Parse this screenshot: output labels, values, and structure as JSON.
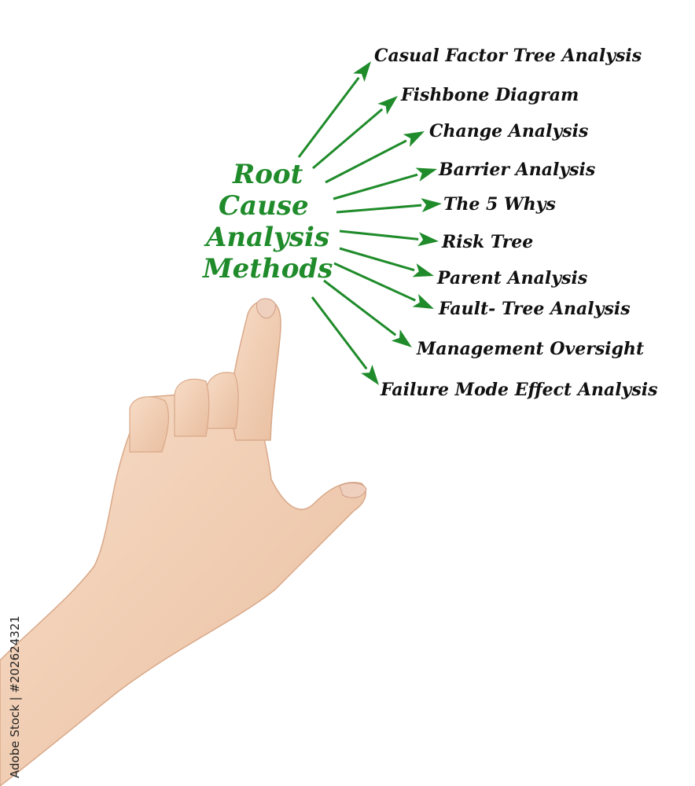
{
  "diagram": {
    "title_lines": [
      "Root",
      "Cause",
      "Analysis",
      "Methods"
    ],
    "methods": [
      "Casual Factor Tree Analysis",
      "Fishbone Diagram",
      "Change Analysis",
      "Barrier Analysis",
      "The 5 Whys",
      "Risk Tree",
      "Parent Analysis",
      "Fault- Tree  Analysis",
      "Management Oversight",
      "Failure Mode Effect Analysis"
    ],
    "accent_color": "#1f8b2a",
    "text_color": "#111111"
  },
  "watermark": {
    "stock_id": "Adobe Stock | #202624321"
  },
  "photo": {
    "subject": "hand-pointing-icon"
  }
}
